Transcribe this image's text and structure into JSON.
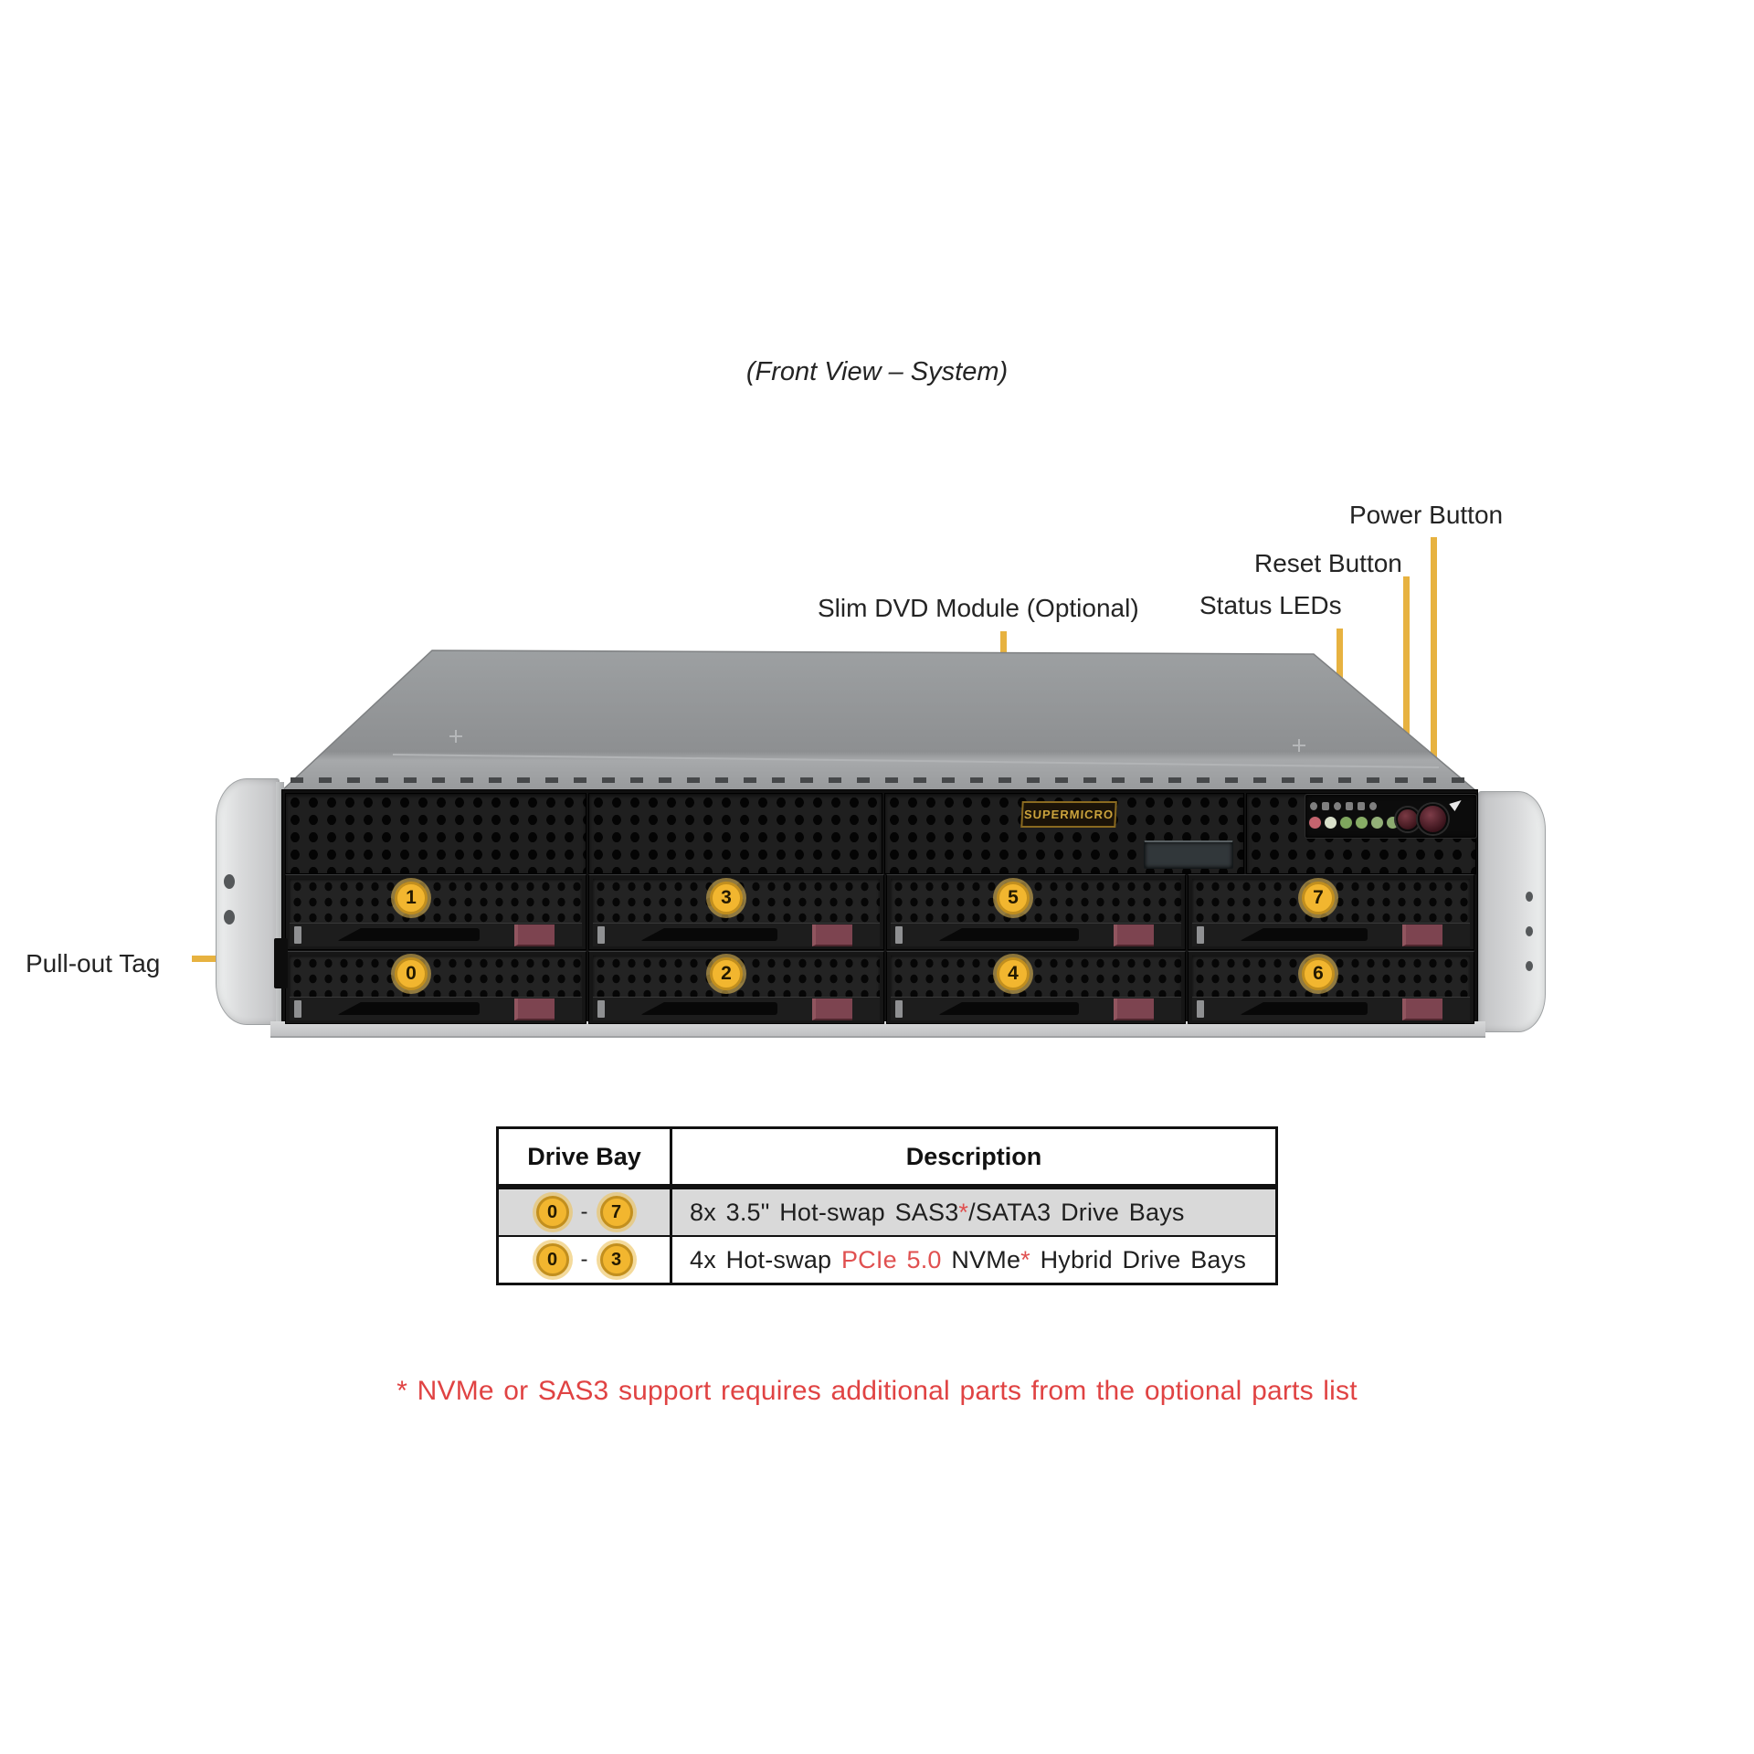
{
  "title": "(Front View – System)",
  "callouts": {
    "power_button": "Power Button",
    "reset_button": "Reset Button",
    "status_leds": "Status LEDs",
    "dvd_module": "Slim DVD Module (Optional)",
    "pullout_tag": "Pull-out Tag"
  },
  "server": {
    "brand_logo": "SUPERMICRO",
    "bay_numbers_row_top": [
      "1",
      "3",
      "5",
      "7"
    ],
    "bay_numbers_row_bottom": [
      "0",
      "2",
      "4",
      "6"
    ],
    "status_led_colors": [
      "#c4646e",
      "#d9e0ca",
      "#7fa65e",
      "#88ad66",
      "#93b078",
      "#8cab70"
    ],
    "front_buttons": [
      "reset",
      "power"
    ]
  },
  "spec_table": {
    "header": {
      "drive_bay": "Drive Bay",
      "description": "Description"
    },
    "rows": [
      {
        "bay_from": "0",
        "dash": "-",
        "bay_to": "7",
        "desc_pre": "8x 3.5\" Hot-swap SAS3",
        "desc_star": "*",
        "desc_post": "/SATA3 Drive Bays"
      },
      {
        "bay_from": "0",
        "dash": "-",
        "bay_to": "3",
        "desc_pre": "4x Hot-swap ",
        "desc_red": "PCIe 5.0",
        "desc_mid": " NVMe",
        "desc_star": "*",
        "desc_post": " Hybrid Drive Bays"
      }
    ]
  },
  "footnote": "* NVMe or SAS3 support requires additional parts from the optional parts list",
  "colors": {
    "callout_line": "#e7b240",
    "bay_badge_fill": "#f2b62f",
    "bay_badge_ring": "#c28f1e",
    "red_accent": "#e05050",
    "footnote_red": "#e04343",
    "latch_maroon": "#7d4450",
    "chassis_gray": "#919396",
    "table_alt_row_bg": "#d9d9d9"
  }
}
